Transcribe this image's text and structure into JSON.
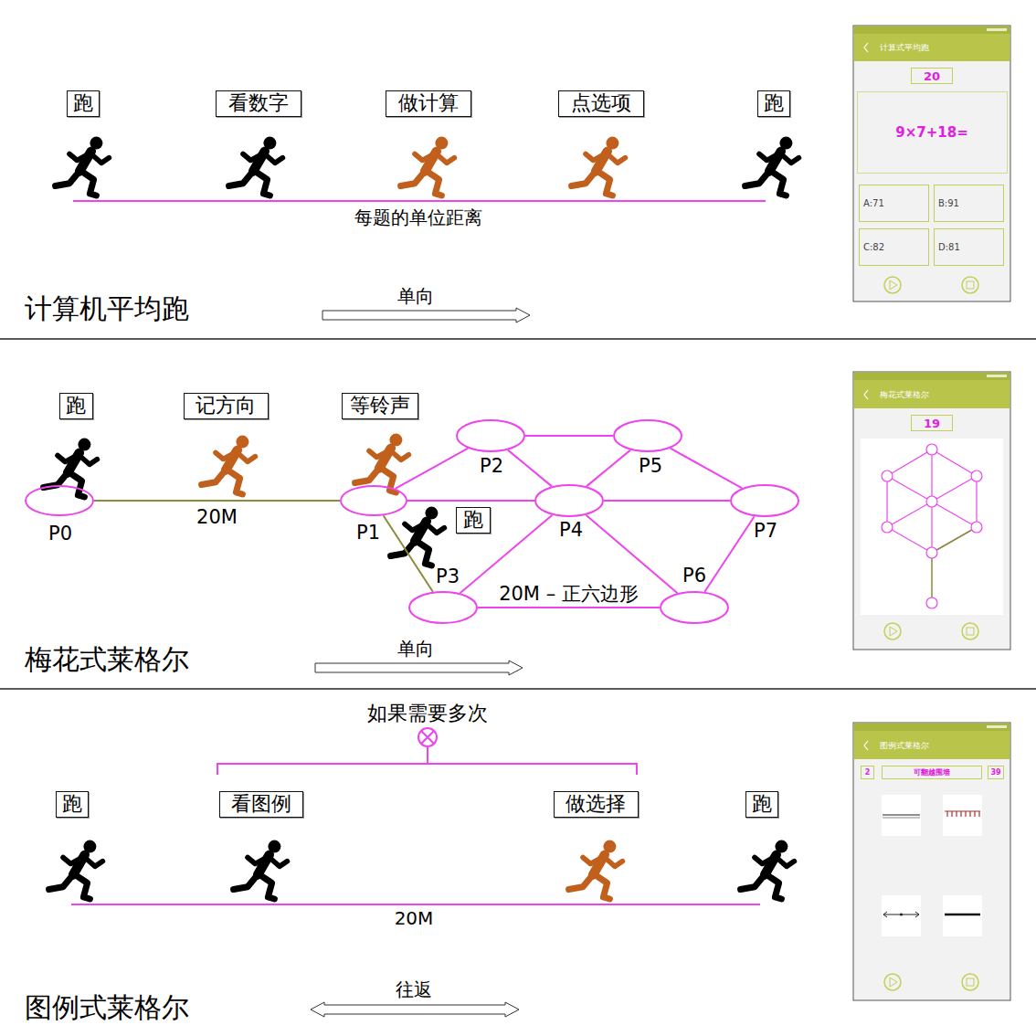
{
  "diagram": {
    "nodes": [
      {
        "text": [
          "跑"
        ]
      },
      {
        "text": [
          "看数字"
        ]
      },
      {
        "text": [
          "做计算"
        ]
      },
      {
        "text": [
          "点选项"
        ]
      },
      {
        "text": [
          "跑"
        ]
      },
      {
        "text": [
          "计算式平均跑"
        ]
      },
      {
        "text": [
          "20"
        ]
      },
      {
        "text": [
          "9×7+18="
        ]
      },
      {
        "text": [
          "A:71"
        ]
      },
      {
        "text": [
          "B:91"
        ]
      },
      {
        "text": [
          "C:82"
        ]
      },
      {
        "text": [
          "D:81"
        ]
      },
      {
        "text": [
          "跑"
        ]
      },
      {
        "text": [
          "记方向"
        ]
      },
      {
        "text": [
          "等铃声"
        ]
      },
      {
        "text": [
          "P0"
        ]
      },
      {
        "text": [
          "P1"
        ]
      },
      {
        "text": [
          "P2"
        ]
      },
      {
        "text": [
          "P3"
        ]
      },
      {
        "text": [
          "P4"
        ]
      },
      {
        "text": [
          "P5"
        ]
      },
      {
        "text": [
          "P6"
        ]
      },
      {
        "text": [
          "P7"
        ]
      },
      {
        "text": [
          "跑"
        ]
      },
      {
        "text": [
          "梅花式莱格尔"
        ]
      },
      {
        "text": [
          "19"
        ]
      },
      {
        "text": [
          "跑"
        ]
      },
      {
        "text": [
          "看图例"
        ]
      },
      {
        "text": [
          "做选择"
        ]
      },
      {
        "text": [
          "跑"
        ]
      },
      {
        "text": [
          "图例式莱格尔"
        ]
      },
      {
        "text": [
          "2"
        ]
      },
      {
        "text": [
          "可翻越围墙"
        ]
      },
      {
        "text": [
          "39"
        ]
      }
    ],
    "edges": [
      {
        "from": 15,
        "to": 16,
        "arrow": "none",
        "label": "20M"
      },
      {
        "from": 16,
        "to": 17,
        "arrow": "none"
      },
      {
        "from": 16,
        "to": 19,
        "arrow": "none"
      },
      {
        "from": 16,
        "to": 18,
        "arrow": "none"
      },
      {
        "from": 17,
        "to": 20,
        "arrow": "none"
      },
      {
        "from": 17,
        "to": 19,
        "arrow": "none"
      },
      {
        "from": 20,
        "to": 19,
        "arrow": "none"
      },
      {
        "from": 20,
        "to": 22,
        "arrow": "none"
      },
      {
        "from": 19,
        "to": 22,
        "arrow": "none"
      },
      {
        "from": 18,
        "to": 19,
        "arrow": "none"
      },
      {
        "from": 18,
        "to": 21,
        "arrow": "none",
        "label": "20M – 正六边形"
      },
      {
        "from": 21,
        "to": 19,
        "arrow": "none"
      },
      {
        "from": 21,
        "to": 22,
        "arrow": "none"
      }
    ],
    "labels": [
      "每题的单位距离",
      "计算机平均跑",
      "单向",
      "梅花式莱格尔",
      "单向",
      "如果需要多次",
      "20M",
      "图例式莱格尔",
      "往返"
    ]
  }
}
